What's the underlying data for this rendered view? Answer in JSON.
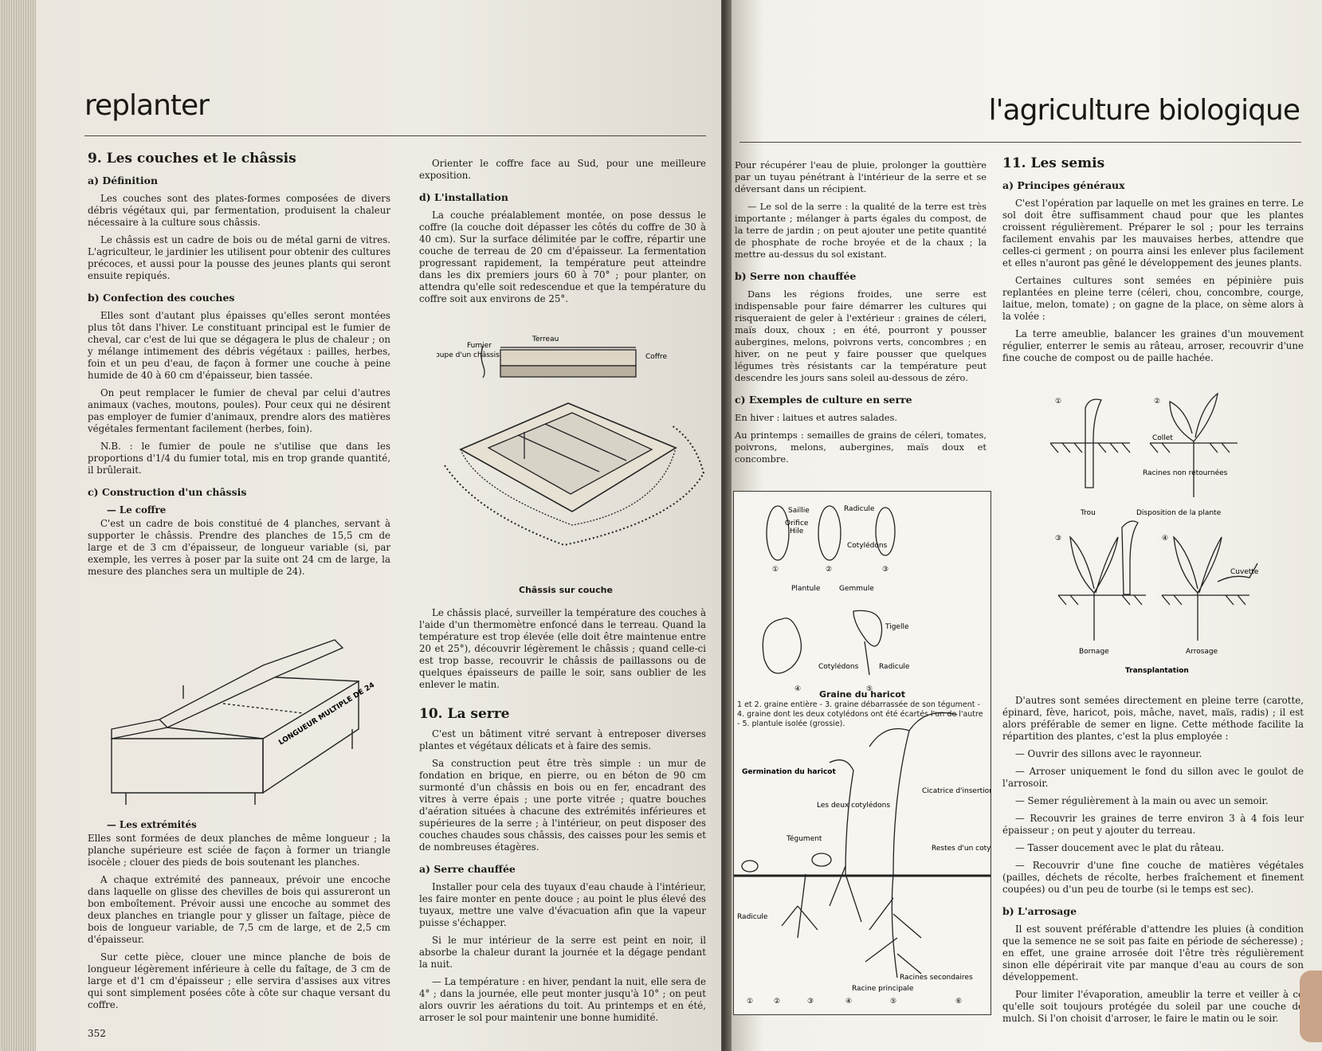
{
  "left": {
    "header": "replanter",
    "page_number": "352",
    "c1": {
      "h9": "9. Les couches et le châssis",
      "a_title": "a) Définition",
      "a_p1": "Les couches sont des plates-formes composées de divers débris végétaux qui, par fermentation, produisent la chaleur nécessaire à la culture sous châssis.",
      "a_p2": "Le châssis est un cadre de bois ou de métal garni de vitres. L'agriculteur, le jardinier les utilisent pour obtenir des cultures précoces, et aussi pour la pousse des jeunes plants qui seront ensuite repiqués.",
      "b_title": "b) Confection des couches",
      "b_p1": "Elles sont d'autant plus épaisses qu'elles seront montées plus tôt dans l'hiver. Le constituant principal est le fumier de cheval, car c'est de lui que se dégagera le plus de chaleur ; on y mélange intimement des débris végétaux : pailles, herbes, foin et un peu d'eau, de façon à former une couche à peine humide de 40 à 60 cm d'épaisseur, bien tassée.",
      "b_p2": "On peut remplacer le fumier de cheval par celui d'autres animaux (vaches, moutons, poules). Pour ceux qui ne désirent pas employer de fumier d'animaux, prendre alors des matières végétales fermentant facilement (herbes, foin).",
      "b_p3": "N.B. : le fumier de poule ne s'utilise que dans les proportions d'1/4 du fumier total, mis en trop grande quantité, il brûlerait.",
      "c_title": "c) Construction d'un châssis",
      "coffre_title": "— Le coffre",
      "coffre_p": "C'est un cadre de bois constitué de 4 planches, servant à supporter le châssis. Prendre des planches de 15,5 cm de large et de 3 cm d'épaisseur, de longueur variable (si, par exemple, les verres à poser par la suite ont 24 cm de large, la mesure des planches sera un multiple de 24).",
      "fig_label": "LONGUEUR MULTIPLE DE 24",
      "extremites_title": "— Les extrémités",
      "ext_p1": "Elles sont formées de deux planches de même longueur ; la planche supérieure est sciée de façon à former un triangle isocèle ; clouer des pieds de bois soutenant les planches.",
      "ext_p2": "A chaque extrémité des panneaux, prévoir une encoche dans laquelle on glisse des chevilles de bois qui assureront un bon emboîtement. Prévoir aussi une encoche au sommet des deux planches en triangle pour y glisser un faîtage, pièce de bois de longueur variable, de 7,5 cm de large, et de 2,5 cm d'épaisseur.",
      "ext_p3": "Sur cette pièce, clouer une mince planche de bois de longueur légèrement inférieure à celle du faîtage, de 3 cm de large et d'1 cm d'épaisseur ; elle servira d'assises aux vitres qui sont simplement posées côte à côte sur chaque versant du coffre."
    },
    "c2": {
      "orient": "Orienter le coffre face au Sud, pour une meilleure exposition.",
      "d_title": "d) L'installation",
      "d_p1": "La couche préalablement montée, on pose dessus le coffre (la couche doit dépasser les côtés du coffre de 30 à 40 cm). Sur la surface délimitée par le coffre, répartir une couche de terreau de 20 cm d'épaisseur. La fermentation progressant rapidement, la température peut atteindre dans les dix premiers jours 60 à 70° ; pour planter, on attendra qu'elle soit redescendue et que la température du coffre soit aux environs de 25°.",
      "fig_coupe": "Coupe d'un châssis",
      "fig_terreau": "Terreau",
      "fig_fumier": "Fumier",
      "fig_coffre": "Coffre",
      "fig_caption": "Châssis sur couche",
      "d_p2": "Le châssis placé, surveiller la température des couches à l'aide d'un thermomètre enfoncé dans le terreau. Quand la température est trop élevée (elle doit être maintenue entre 20 et 25°), découvrir légèrement le châssis ; quand celle-ci est trop basse, recouvrir le châssis de paillassons ou de quelques épaisseurs de paille le soir, sans oublier de les enlever le matin.",
      "h10": "10. La serre",
      "s_p1": "C'est un bâtiment vitré servant à entreposer diverses plantes et végétaux délicats et à faire des semis.",
      "s_p2": "Sa construction peut être très simple : un mur de fondation en brique, en pierre, ou en béton de 90 cm surmonté d'un châssis en bois ou en fer, encadrant des vitres à verre épais ; une porte vitrée ; quatre bouches d'aération situées à chacune des extrémités inférieures et supérieures de la serre ; à l'intérieur, on peut disposer des couches chaudes sous châssis, des caisses pour les semis et de nombreuses étagères.",
      "a_title": "a) Serre chauffée",
      "sa_p1": "Installer pour cela des tuyaux d'eau chaude à l'intérieur, les faire monter en pente douce ; au point le plus élevé des tuyaux, mettre une valve d'évacuation afin que la vapeur puisse s'échapper.",
      "sa_p2": "Si le mur intérieur de la serre est peint en noir, il absorbe la chaleur durant la journée et la dégage pendant la nuit.",
      "sa_p3": "— La température : en hiver, pendant la nuit, elle sera de 4° ; dans la journée, elle peut monter jusqu'à 10° ; on peut alors ouvrir les aérations du toit. Au printemps et en été, arroser le sol pour maintenir une bonne humidité."
    }
  },
  "right": {
    "header": "l'agriculture biologique",
    "c1": {
      "p1": "Pour récupérer l'eau de pluie, prolonger la gouttière par un tuyau pénétrant à l'intérieur de la serre et se déversant dans un récipient.",
      "p2": "— Le sol de la serre : la qualité de la terre est très importante ; mélanger à parts égales du compost, de la terre de jardin ; on peut ajouter une petite quantité de phosphate de roche broyée et de la chaux ; la mettre au-dessus du sol existant.",
      "b_title": "b) Serre non chauffée",
      "b_p1": "Dans les régions froides, une serre est indispensable pour faire démarrer les cultures qui risqueraient de geler à l'extérieur : graines de céleri, maïs doux, choux ; en été, pourront y pousser aubergines, melons, poivrons verts, concombres ; en hiver, on ne peut y faire pousser que quelques légumes très résistants car la température peut descendre les jours sans soleil au-dessous de zéro.",
      "c_title": "c) Exemples de culture en serre",
      "c_p1": "En hiver : laitues et autres salades.",
      "c_p2": "Au printemps : semailles de grains de céleri, tomates, poivrons, melons, aubergines, maïs doux et concombre.",
      "fig": {
        "l_saillie": "Saillie",
        "l_orifice": "Orifice",
        "l_hile": "Hile",
        "l_radicule": "Radicule",
        "l_cotyledons": "Cotylédons",
        "l_plantule": "Plantule",
        "l_gemmule": "Gemmule",
        "l_tigelle": "Tigelle",
        "l_cotyledons2": "Cotylédons",
        "l_radicule2": "Radicule",
        "n1": "①",
        "n2": "②",
        "n3": "③",
        "n4": "④",
        "n5": "⑤",
        "caption_title": "Graine du haricot",
        "caption_text": "1 et 2. graine entière - 3. graine débarrassée de son tégument - 4. graine dont les deux cotylédons ont été écartés l'un de l'autre - 5. plantule isolée (grossie).",
        "germ_title": "Germination du haricot",
        "g_deux": "Les deux cotylédons",
        "g_tegument": "Tégument",
        "g_cicatrice": "Cicatrice d'insertion d'un des cotylédons",
        "g_restes": "Restes d'un cotylédon",
        "g_radicule": "Radicule",
        "g_racine": "Racine principale",
        "g_racines": "Racines secondaires",
        "g_nums": [
          "①",
          "②",
          "③",
          "④",
          "⑤",
          "⑥"
        ]
      }
    },
    "c2": {
      "h11": "11. Les semis",
      "a_title": "a) Principes généraux",
      "a_p1": "C'est l'opération par laquelle on met les graines en terre. Le sol doit être suffisamment chaud pour que les plantes croissent régulièrement. Préparer le sol ; pour les terrains facilement envahis par les mauvaises herbes, attendre que celles-ci germent ; on pourra ainsi les enlever plus facilement et elles n'auront pas gêné le développement des jeunes plants.",
      "a_p2": "Certaines cultures sont semées en pépinière puis replantées en pleine terre (céleri, chou, concombre, courge, laitue, melon, tomate) ; on gagne de la place, on sème alors à la volée :",
      "a_p3": "La terre ameublie, balancer les graines d'un mouvement régulier, enterrer le semis au râteau, arroser, recouvrir d'une fine couche de compost ou de paille hachée.",
      "fig": {
        "n1": "①",
        "n2": "②",
        "n3": "③",
        "n4": "④",
        "collet": "Collet",
        "racines": "Racines non retournées",
        "trou": "Trou",
        "disposition": "Disposition de la plante",
        "cuvette": "Cuvette",
        "bornage": "Bornage",
        "arrosage": "Arrosage",
        "caption": "Transplantation"
      },
      "b_p1": "D'autres sont semées directement en pleine terre (carotte, épinard, fève, haricot, pois, mâche, navet, maïs, radis) ; il est alors préférable de semer en ligne. Cette méthode facilite la répartition des plantes, c'est la plus employée :",
      "l1": "— Ouvrir des sillons avec le rayonneur.",
      "l2": "— Arroser uniquement le fond du sillon avec le goulot de l'arrosoir.",
      "l3": "— Semer régulièrement à la main ou avec un semoir.",
      "l4": "— Recouvrir les graines de terre environ 3 à 4 fois leur épaisseur ; on peut y ajouter du terreau.",
      "l5": "— Tasser doucement avec le plat du râteau.",
      "l6": "— Recouvrir d'une fine couche de matières végétales (pailles, déchets de récolte, herbes fraîchement et finement coupées) ou d'un peu de tourbe (si le temps est sec).",
      "arr_title": "b) L'arrosage",
      "arr_p1": "Il est souvent préférable d'attendre les pluies (à condition que la semence ne se soit pas faite en période de sécheresse) ; en effet, une graine arrosée doit l'être très régulièrement sinon elle dépérirait vite par manque d'eau au cours de son développement.",
      "arr_p2": "Pour limiter l'évaporation, ameublir la terre et veiller à ce qu'elle soit toujours protégée du soleil par une couche de mulch. Si l'on choisit d'arroser, le faire le matin ou le soir."
    }
  }
}
